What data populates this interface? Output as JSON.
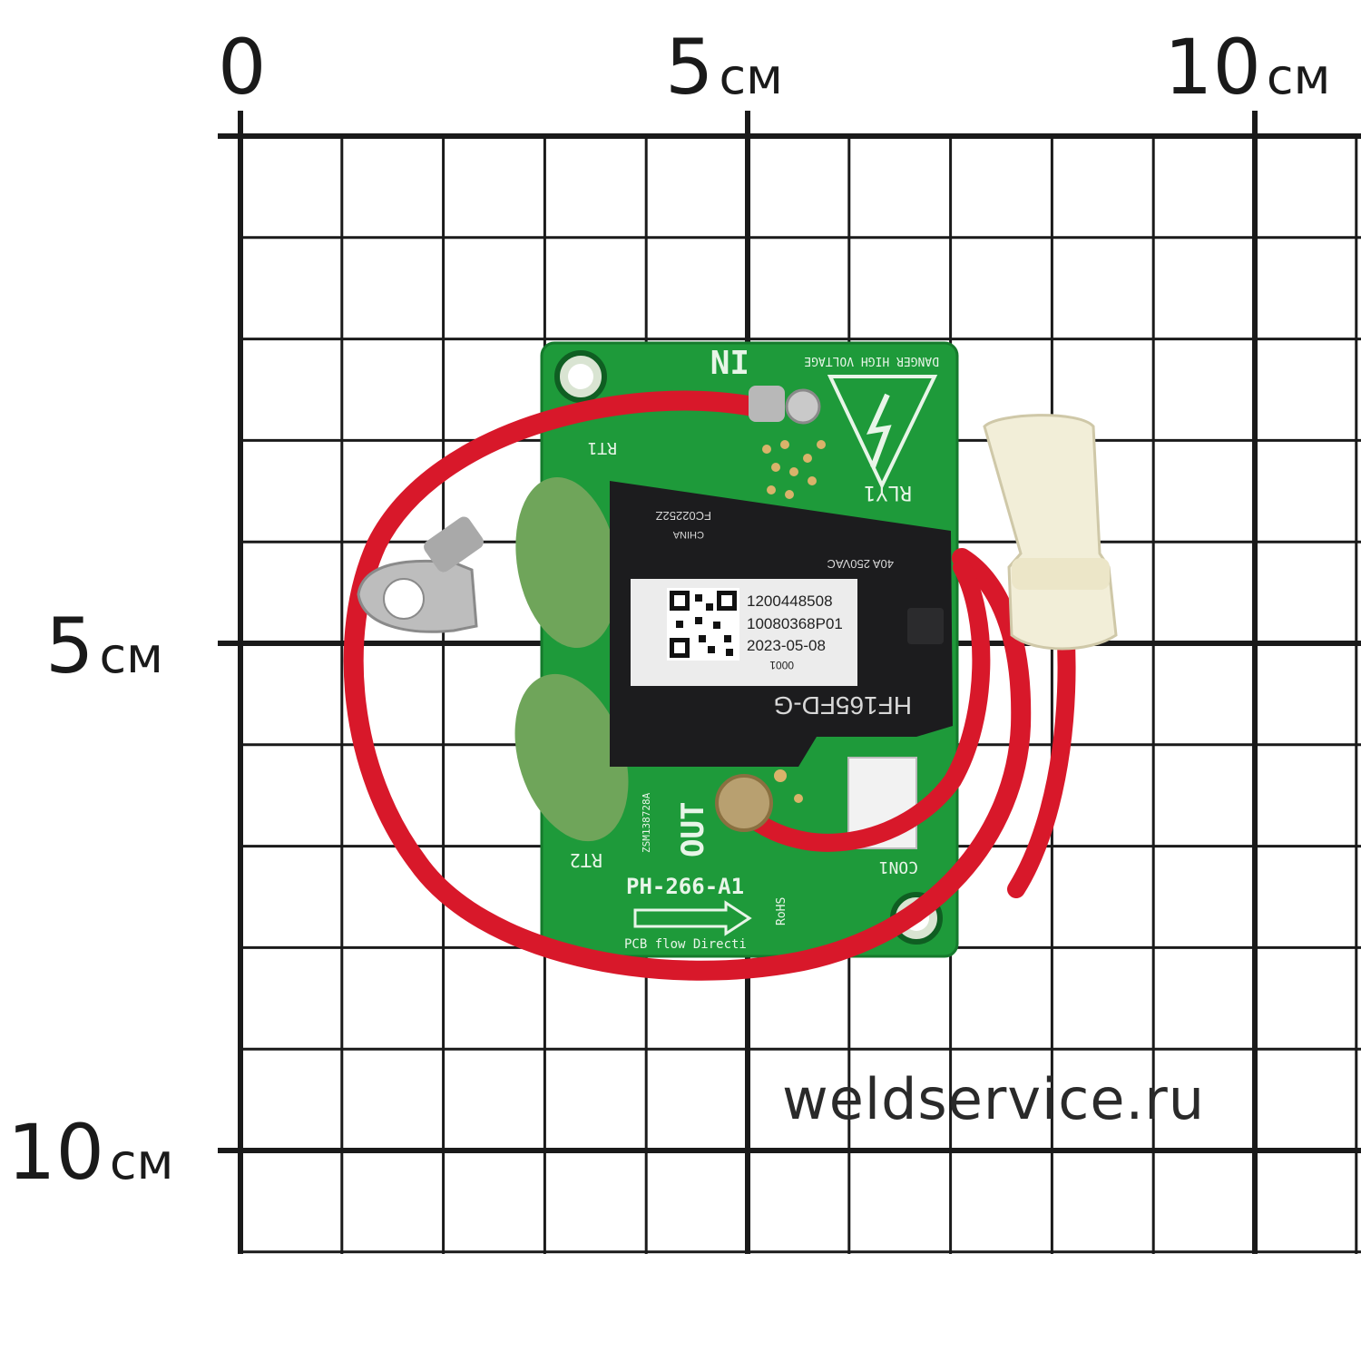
{
  "scale": {
    "top_labels": [
      {
        "number": "0",
        "unit": ""
      },
      {
        "number": "5",
        "unit": "см"
      },
      {
        "number": "10",
        "unit": "см"
      }
    ],
    "left_labels": [
      {
        "number": "5",
        "unit": "см"
      },
      {
        "number": "10",
        "unit": "см"
      }
    ]
  },
  "board": {
    "in_label": "IN",
    "out_label": "OUT",
    "danger_label": "DANGER HIGH VOLTAGE",
    "rly_label": "RLY1",
    "rt1_label": "RT1",
    "rt2_label": "RT2",
    "model_label": "PH-266-A1",
    "flow_label": "PCB flow Directi",
    "con_label": "CON1",
    "zsm_label": "ZSM138728A",
    "rohs_label": "RoHS"
  },
  "relay": {
    "model": "HF165FD-G",
    "rating": "40A 250VAC",
    "origin": "CHINA",
    "code": "FC02252Z",
    "sticker_lines": [
      "1200448508",
      "10080368P01",
      "2023-05-08",
      "0001"
    ]
  },
  "watermark": "weldservice.ru",
  "colors": {
    "grid": "#1a1a1a",
    "pcb": "#1e9a3a",
    "wire": "#d8182a",
    "relay": "#1c1c1e",
    "thermistor": "#6fa55a"
  }
}
